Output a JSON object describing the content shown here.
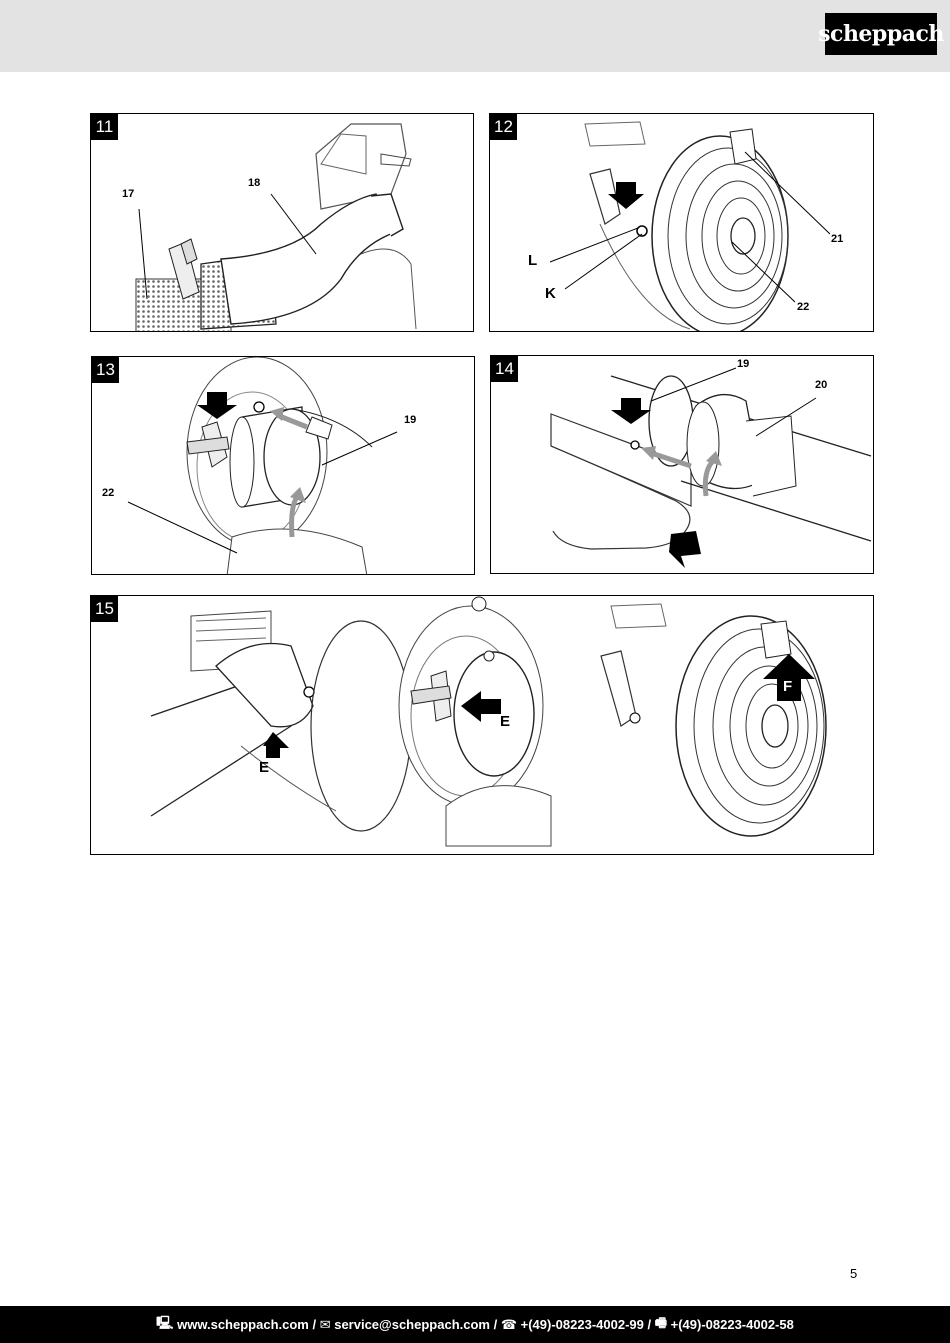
{
  "header": {
    "logo_text": "scheppach"
  },
  "figures": {
    "fig11": {
      "number": "11",
      "labels": {
        "l17": "17",
        "l18": "18"
      }
    },
    "fig12": {
      "number": "12",
      "labels": {
        "l21": "21",
        "lL": "L",
        "lK": "K",
        "l22": "22"
      }
    },
    "fig13": {
      "number": "13",
      "labels": {
        "l19": "19",
        "l22": "22"
      }
    },
    "fig14": {
      "number": "14",
      "labels": {
        "l19": "19",
        "l20": "20"
      }
    },
    "fig15": {
      "number": "15",
      "labels": {
        "e1": "E",
        "e2": "E",
        "f": "F"
      }
    }
  },
  "page_number": "5",
  "footer": {
    "web": "www.scheppach.com",
    "sep1": " / ",
    "email": "service@scheppach.com",
    "sep2": " / ",
    "phone": "+(49)-08223-4002-99",
    "sep3": " / ",
    "fax": "+(49)-08223-4002-58",
    "icons": [
      "computer-icon",
      "mail-icon",
      "phone-icon",
      "fax-icon"
    ]
  }
}
